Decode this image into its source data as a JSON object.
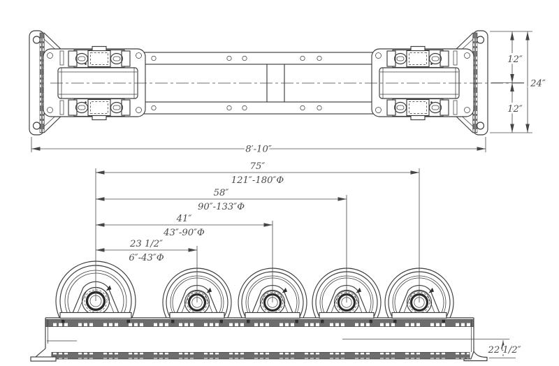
{
  "colors": {
    "background": "#ffffff",
    "line": "#3c3c3c",
    "dimension": "#4a4a4a",
    "hatch": "#6d6d6d"
  },
  "top_view": {
    "overall_width": "8′-10″",
    "right_dims": {
      "upper": "12″",
      "overall": "24″",
      "lower": "12″"
    }
  },
  "front_view": {
    "base_height": "22 1/2″",
    "wheel_count": 5,
    "roller_spacings": [
      {
        "distance": "23 1/2″",
        "capacity": "6″-43″Φ"
      },
      {
        "distance": "41″",
        "capacity": "43″-90″Φ"
      },
      {
        "distance": "58″",
        "capacity": "90″-133″Φ"
      },
      {
        "distance": "75″",
        "capacity": "121″-180″Φ"
      }
    ]
  }
}
